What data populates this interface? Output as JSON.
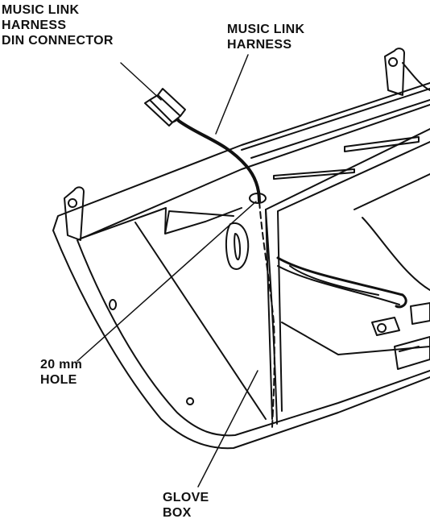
{
  "labels": {
    "din_connector": [
      "MUSIC LINK",
      "HARNESS",
      "DIN CONNECTOR"
    ],
    "harness": [
      "MUSIC LINK",
      "HARNESS"
    ],
    "hole": [
      "20 mm",
      "HOLE"
    ],
    "glove_box": [
      "GLOVE",
      "BOX"
    ]
  },
  "colors": {
    "line": "#111111",
    "background": "#ffffff"
  }
}
